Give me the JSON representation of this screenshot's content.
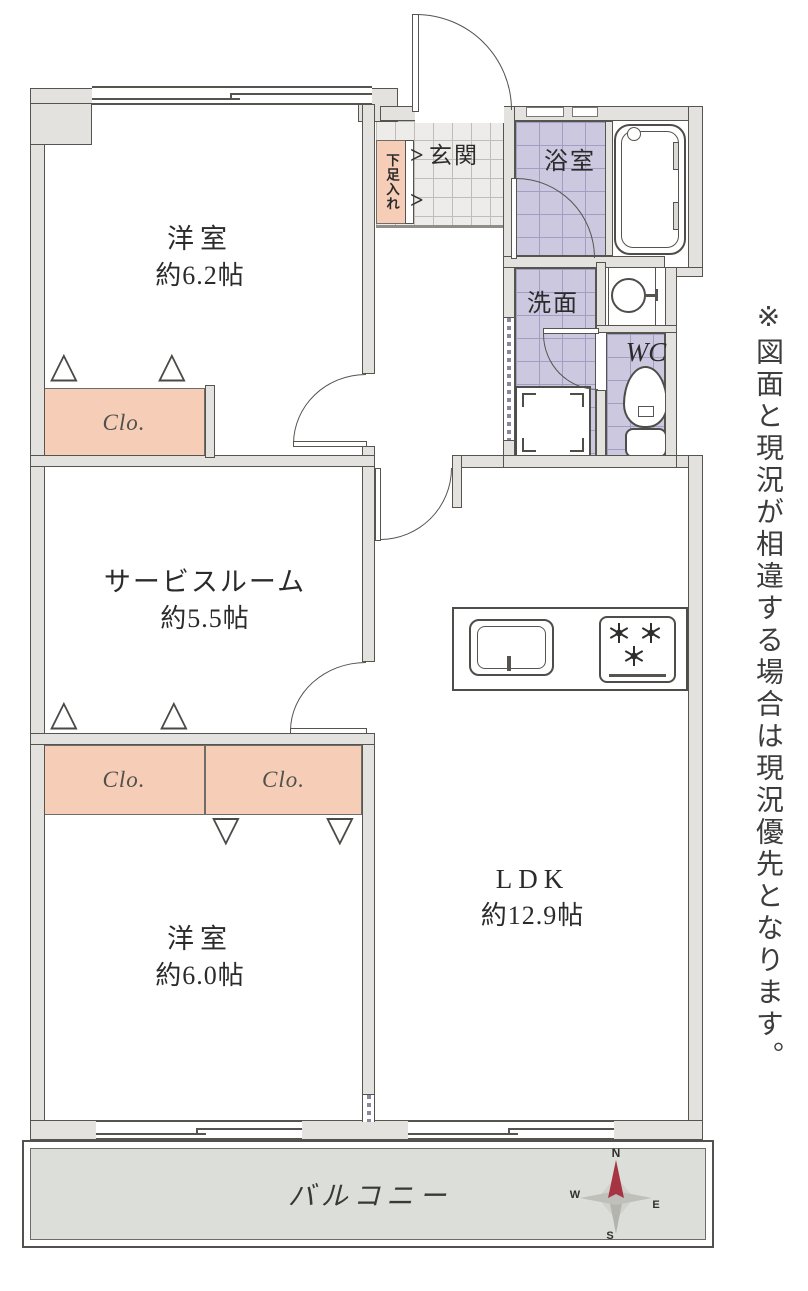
{
  "plan": {
    "rooms": {
      "bedroom_top": {
        "name": "洋室",
        "size": "約6.2帖"
      },
      "service_room": {
        "name": "サービスルーム",
        "size": "約5.5帖"
      },
      "bedroom_bottom": {
        "name": "洋室",
        "size": "約6.0帖"
      },
      "ldk": {
        "name": "LDK",
        "size": "約12.9帖"
      },
      "entrance": "玄関",
      "bathroom": "浴室",
      "washroom": "洗面",
      "toilet": "WC",
      "balcony": "バルコニー"
    },
    "storage": {
      "shoe_cabinet": "下足入れ",
      "closet_bedroom_top": "Clo.",
      "closet_service_room": "Clo.",
      "closet_bedroom_bottom": "Clo."
    },
    "compass": {
      "north": "N",
      "east": "E",
      "south": "S",
      "west": "W"
    },
    "note_vertical": "※図面と現況が相違する場合は現況優先となります。",
    "icons": {
      "folding_door_up": "△",
      "folding_door_down": "▽",
      "swing_mark": ">"
    },
    "colors": {
      "wall_fill": "#e3e2df",
      "wall_line": "#56544f",
      "closet_pink": "#f6ceb8",
      "wet_area_purple": "#cbc8df",
      "tile_line_purple": "#a29ec2",
      "entrance_tile": "#edecea",
      "balcony_gray": "#dcded9",
      "compass_red": "#a63442",
      "text_dark": "#2b2b2b"
    }
  }
}
